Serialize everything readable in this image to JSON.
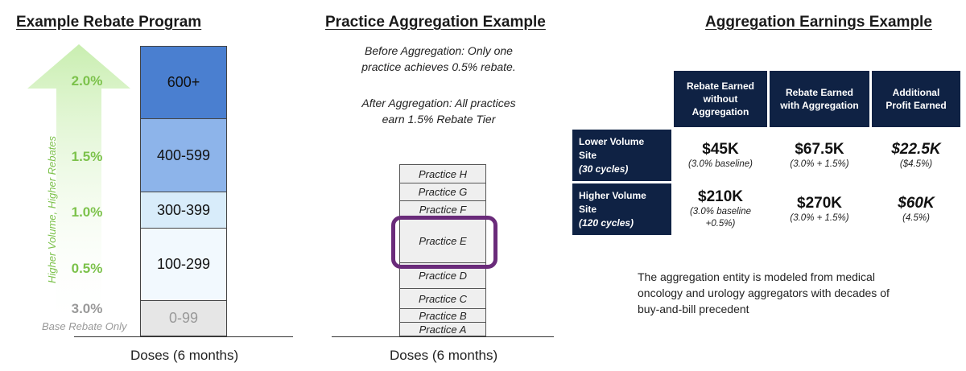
{
  "panel1": {
    "title": "Example Rebate Program",
    "arrow_label": "Higher Volume, Higher Rebates",
    "tiers": [
      {
        "range": "600+",
        "rate": "2.0%",
        "fill": "#4a7fd0"
      },
      {
        "range": "400-599",
        "rate": "1.5%",
        "fill": "#8db4ea"
      },
      {
        "range": "300-399",
        "rate": "1.0%",
        "fill": "#d8ecfa"
      },
      {
        "range": "100-299",
        "rate": "0.5%",
        "fill": "#f2f9fe"
      },
      {
        "range": "0-99",
        "rate": "3.0%",
        "fill": "#e6e6e6"
      }
    ],
    "base_note": "Base Rebate Only",
    "xlabel": "Doses (6 months)",
    "colors": {
      "rate_green": "#7cc24b",
      "arrow_green": "#d6f2c2",
      "base_gray": "#999999"
    }
  },
  "panel2": {
    "title": "Practice Aggregation Example",
    "before_line1": "Before Aggregation: Only one",
    "before_line2": "practice achieves 0.5% rebate.",
    "after_line1": "After Aggregation: All practices",
    "after_line2": "earn 1.5% Rebate Tier",
    "practices": [
      "Practice H",
      "Practice G",
      "Practice F",
      "Practice E",
      "Practice D",
      "Practice C",
      "Practice B",
      "Practice A"
    ],
    "xlabel": "Doses (6 months)",
    "highlight_color": "#6a2b7a"
  },
  "panel3": {
    "title": "Aggregation Earnings Example",
    "headers": {
      "col1": [
        "Rebate Earned",
        "without",
        "Aggregation"
      ],
      "col2": [
        "Rebate Earned",
        "with Aggregation"
      ],
      "col3": [
        "Additional",
        "Profit Earned"
      ]
    },
    "rows": [
      {
        "label_line1": "Lower Volume",
        "label_line2": "Site",
        "label_line3": "(30 cycles)",
        "c1_value": "$45K",
        "c1_note1": "(3.0% baseline)",
        "c1_note2": "",
        "c2_value": "$67.5K",
        "c2_note": "(3.0% + 1.5%)",
        "c3_value": "$22.5K",
        "c3_note": "($4.5%)"
      },
      {
        "label_line1": "Higher Volume",
        "label_line2": "Site",
        "label_line3": "(120 cycles)",
        "c1_value": "$210K",
        "c1_note1": "(3.0% baseline",
        "c1_note2": "+0.5%)",
        "c2_value": "$270K",
        "c2_note": "(3.0% + 1.5%)",
        "c3_value": "$60K",
        "c3_note": "(4.5%)"
      }
    ],
    "footnote": "The aggregation entity is modeled from medical oncology and urology aggregators with decades of buy-and-bill precedent",
    "header_color": "#0f2244"
  }
}
